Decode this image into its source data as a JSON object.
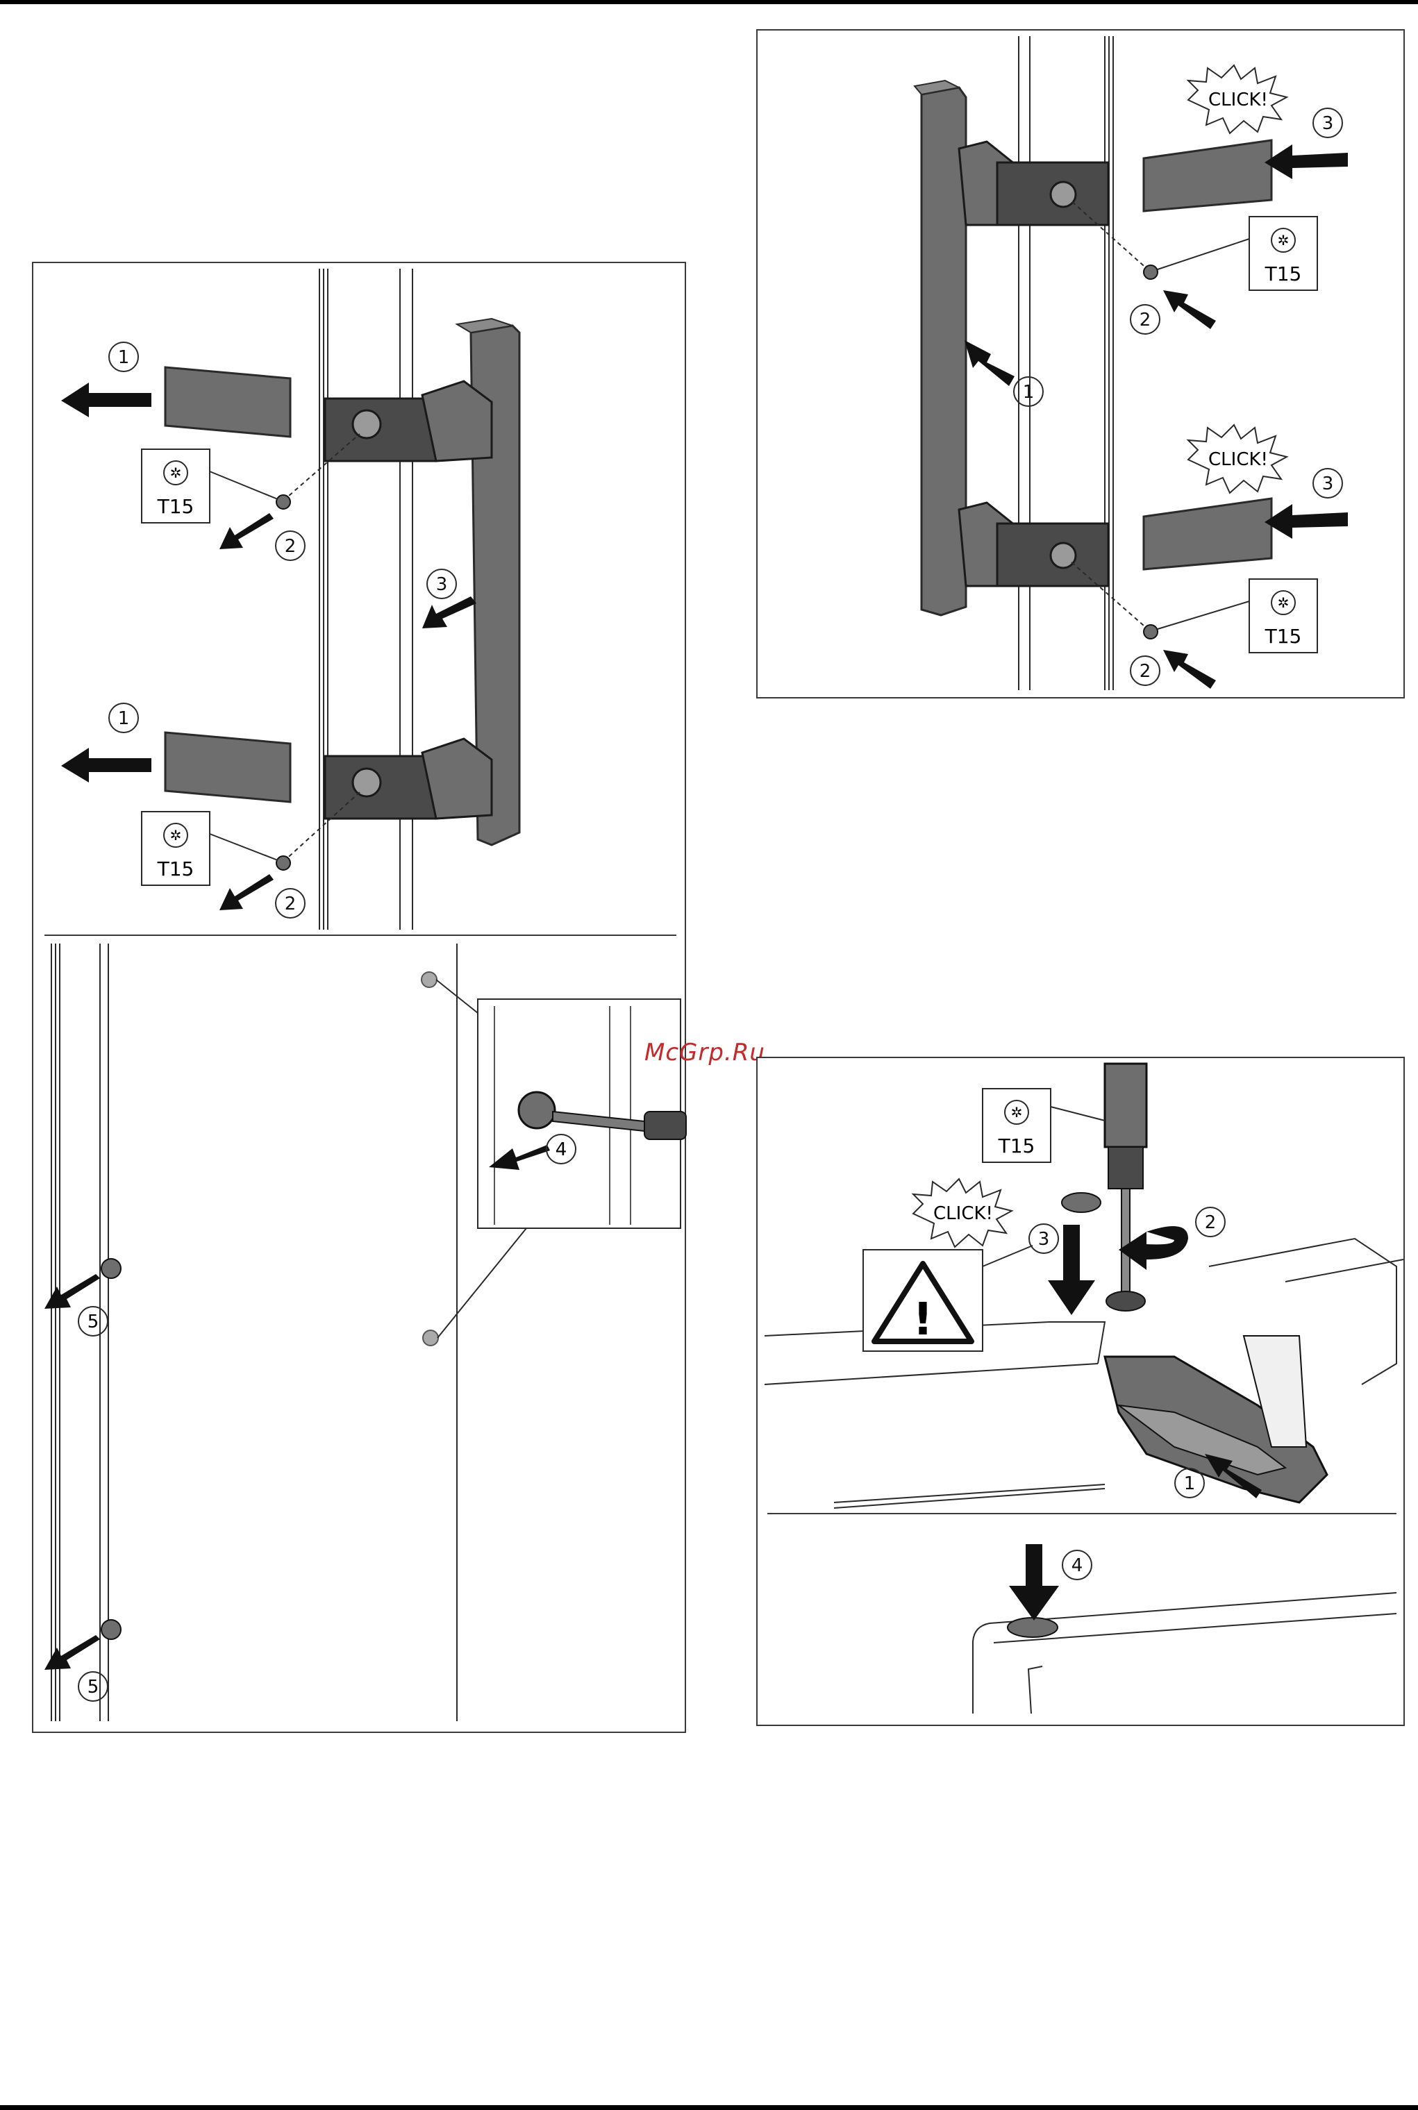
{
  "watermark": "McGrp.Ru",
  "callouts": {
    "n1": "1",
    "n2": "2",
    "n3": "3",
    "n4": "4",
    "n5": "5"
  },
  "tool_label": "T15",
  "click_label": "CLICK!",
  "colors": {
    "part_fill": "#6e6e6e",
    "part_dark": "#4a4a4a",
    "line": "#2a2a2a",
    "frame": "#3a3a3a",
    "watermark": "#c42a2a"
  },
  "icons": [
    "torx-icon",
    "warning-triangle-icon",
    "arrow-icon",
    "rotate-arrow-icon",
    "click-burst-icon",
    "screwdriver-icon"
  ]
}
